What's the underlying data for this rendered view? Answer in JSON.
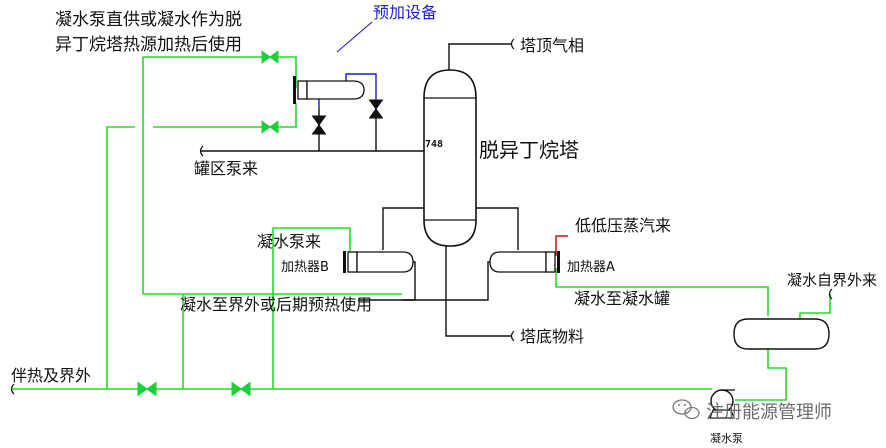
{
  "colors": {
    "condensate_line": "#22dd22",
    "process_line": "#111111",
    "preheat_line": "#1b1bcc",
    "steam_line": "#cc1111",
    "valve_green": "#1fcf3a",
    "valve_black": "#111111",
    "note_blue": "#2020d0",
    "watermark": "#6b6b6b"
  },
  "labels": {
    "note_condensate_pump_line1": "凝水泵直供或凝水作为脱",
    "note_condensate_pump_line2": "异丁烷塔热源加热后使用",
    "note_preheat_equipment": "预加设备",
    "overhead_vapor": "塔顶气相",
    "tank_farm_pump": "罐区泵来",
    "column_name": "脱异丁烷塔",
    "tray_tag": "748",
    "low_pressure_steam": "低低压蒸汽来",
    "condensate_pump_in": "凝水泵来",
    "heater_b": "加热器B",
    "heater_a": "加热器A",
    "condensate_to_tank": "凝水至凝水罐",
    "condensate_from_battery": "凝水自界外来",
    "condensate_export": "凝水至界外或后期预热使用",
    "bottoms": "塔底物料",
    "heat_tracing": "伴热及界外",
    "pump_label": "凝水泵",
    "watermark": "注册能源管理师"
  },
  "icons": {
    "valve": "gate-valve-icon",
    "heat_exchanger": "shell-tube-exchanger-icon",
    "pump": "centrifugal-pump-icon",
    "line_end": "line-end-hook-icon",
    "wechat": "wechat-logo-icon"
  }
}
